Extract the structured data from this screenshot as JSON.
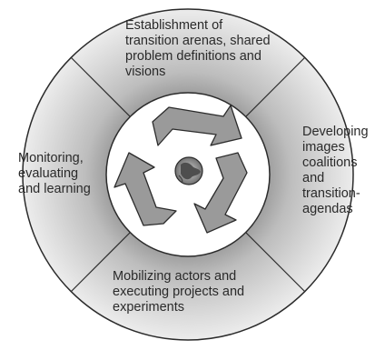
{
  "diagram": {
    "segments": [
      {
        "label": "Establishment of\ntransition arenas, shared\nproblem definitions and\nvisions"
      },
      {
        "label": "Developing\nimages\ncoalitions\nand\ntransition-\nagendas"
      },
      {
        "label": "Mobilizing actors and\nexecuting projects and\nexperiments"
      },
      {
        "label": "Monitoring,\nevaluating\nand learning"
      }
    ],
    "center_icon": "recycle-arrows-with-globe-icon",
    "colors": {
      "ring_light": "#eaeaea",
      "ring_dark": "#8f8f8f",
      "outline": "#2b2b2b",
      "arrow_fill": "#9a9a9a",
      "center_disk": "#ffffff"
    }
  }
}
